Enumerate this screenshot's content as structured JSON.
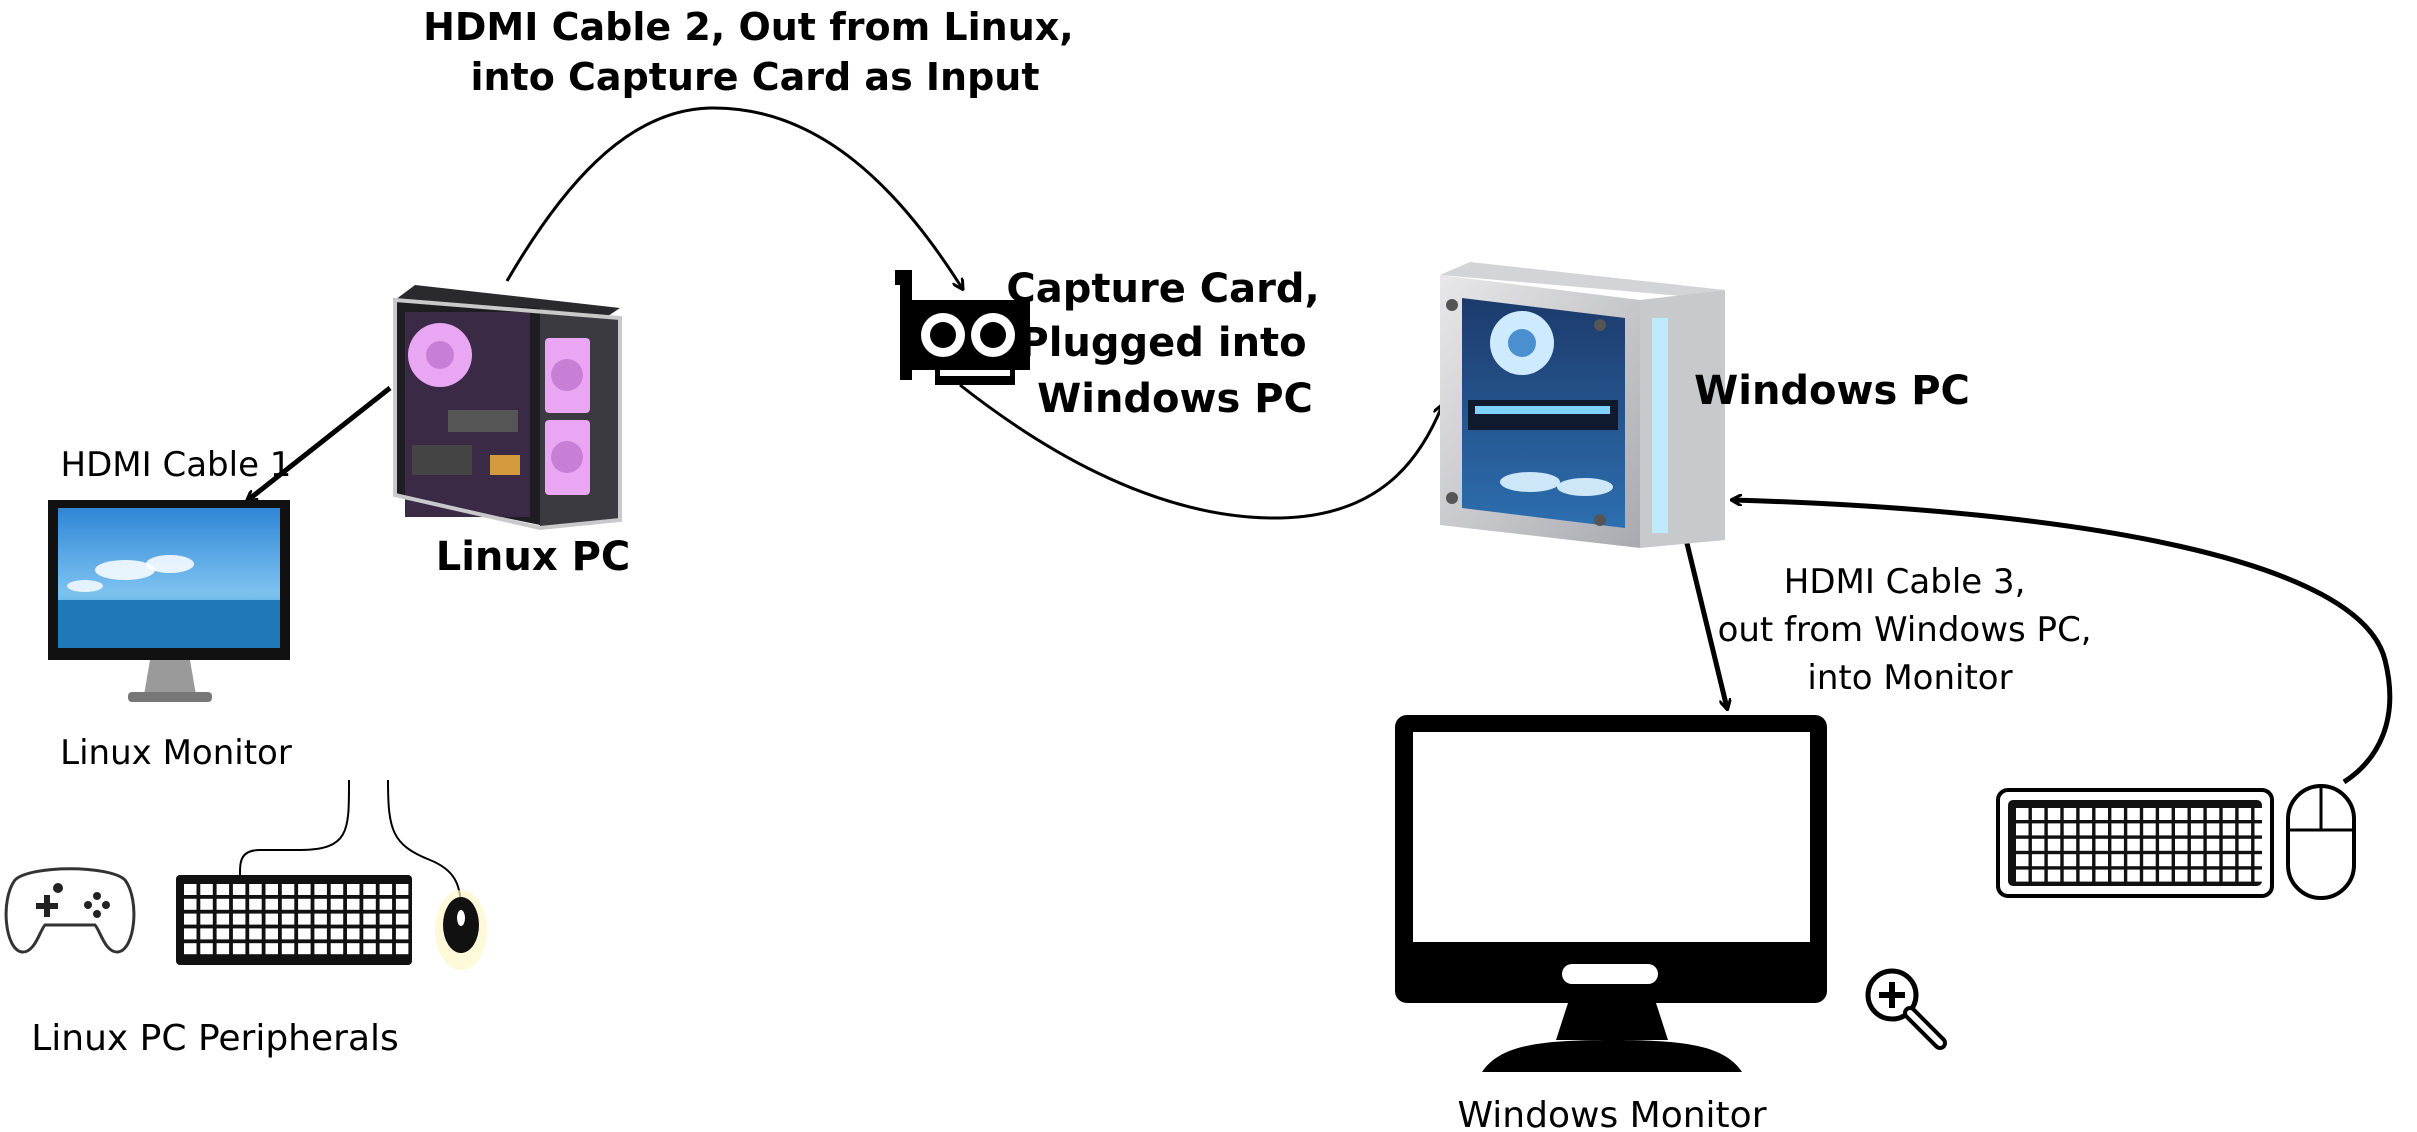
{
  "labels": {
    "hdmi_cable_2": [
      "HDMI Cable 2, Out from Linux,",
      "into Capture Card as Input"
    ],
    "capture_card": [
      "Capture Card,",
      "Plugged into",
      "Windows PC"
    ],
    "windows_pc": "Windows PC",
    "linux_pc": "Linux PC",
    "hdmi_cable_1": "HDMI Cable 1",
    "linux_monitor": "Linux Monitor",
    "linux_peripherals": "Linux PC Peripherals",
    "hdmi_cable_3": [
      "HDMI Cable 3,",
      "out from Windows PC,",
      "into Monitor"
    ],
    "windows_monitor": "Windows Monitor"
  },
  "icons": {
    "linux_pc": "pc-case-pink-icon",
    "windows_pc": "pc-case-blue-icon",
    "capture_card": "capture-card-icon",
    "linux_monitor": "monitor-icon",
    "windows_monitor": "monitor-icon",
    "gamepad": "gamepad-icon",
    "keyboard": "keyboard-icon",
    "mouse": "mouse-icon",
    "zoom": "zoom-in-icon"
  },
  "colors": {
    "linux_accent": "#e9a6f2",
    "windows_accent": "#7fd3ff",
    "line": "#000000"
  }
}
